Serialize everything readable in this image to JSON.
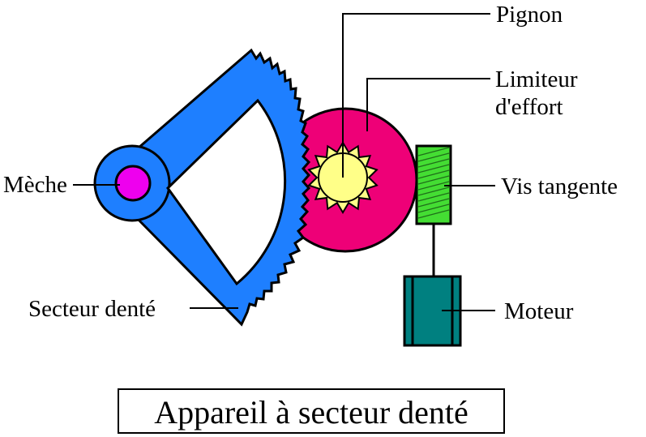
{
  "labels": {
    "pignon": "Pignon",
    "limiteur_line1": "Limiteur",
    "limiteur_line2": "d'effort",
    "meche": "Mèche",
    "vis_tangente": "Vis tangente",
    "moteur": "Moteur",
    "secteur_dente": "Secteur denté"
  },
  "caption": "Appareil à secteur denté",
  "colors": {
    "sector_arm": "#1e7fff",
    "meche": "#ee00ee",
    "limiteur": "#ee0077",
    "pignon": "#ffff88",
    "vis": "#44dd33",
    "moteur": "#008080",
    "interior": "#ffffff"
  }
}
